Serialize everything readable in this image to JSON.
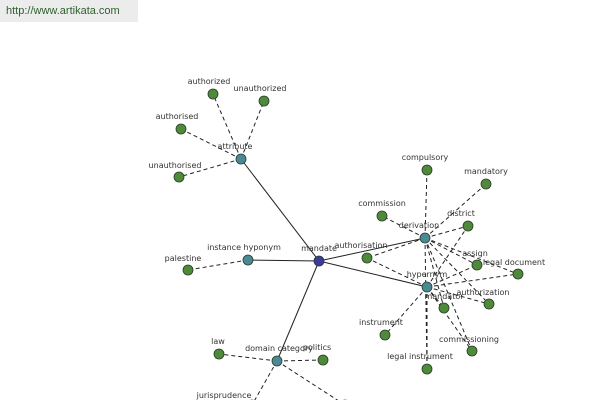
{
  "header": {
    "url_text": "http://www.artikata.com"
  },
  "colors": {
    "center": "#3b3b9e",
    "hub": "#4a8a96",
    "leaf": "#4f8a3a",
    "node_stroke": "#2a3a2a",
    "solid_edge": "#222222",
    "dashed_edge": "#222222",
    "label": "#333333"
  },
  "graph": {
    "nodes": [
      {
        "id": "mandate",
        "label": "mandate",
        "kind": "center"
      },
      {
        "id": "attribute",
        "label": "attribute",
        "kind": "hub"
      },
      {
        "id": "instance_hyponym",
        "label": "instance hyponym",
        "kind": "hub"
      },
      {
        "id": "derivation",
        "label": "derivation",
        "kind": "hub"
      },
      {
        "id": "hypernym",
        "label": "hypernym",
        "kind": "hub"
      },
      {
        "id": "domain_category",
        "label": "domain category",
        "kind": "hub"
      },
      {
        "id": "authorized",
        "label": "authorized",
        "kind": "leaf"
      },
      {
        "id": "unauthorized",
        "label": "unauthorized",
        "kind": "leaf"
      },
      {
        "id": "authorised",
        "label": "authorised",
        "kind": "leaf"
      },
      {
        "id": "unauthorised",
        "label": "unauthorised",
        "kind": "leaf"
      },
      {
        "id": "palestine",
        "label": "palestine",
        "kind": "leaf"
      },
      {
        "id": "compulsory",
        "label": "compulsory",
        "kind": "leaf"
      },
      {
        "id": "mandatory",
        "label": "mandatory",
        "kind": "leaf"
      },
      {
        "id": "commission",
        "label": "commission",
        "kind": "leaf"
      },
      {
        "id": "district",
        "label": "district",
        "kind": "leaf"
      },
      {
        "id": "authorisation",
        "label": "authorisation",
        "kind": "leaf"
      },
      {
        "id": "assign",
        "label": "assign",
        "kind": "leaf"
      },
      {
        "id": "legal_document",
        "label": "legal document",
        "kind": "leaf"
      },
      {
        "id": "mandator",
        "label": "mandator",
        "kind": "leaf"
      },
      {
        "id": "authorization",
        "label": "authorization",
        "kind": "leaf"
      },
      {
        "id": "instrument",
        "label": "instrument",
        "kind": "leaf"
      },
      {
        "id": "commissioning",
        "label": "commissioning",
        "kind": "leaf"
      },
      {
        "id": "legal_instrument",
        "label": "legal instrument",
        "kind": "leaf"
      },
      {
        "id": "law",
        "label": "law",
        "kind": "leaf"
      },
      {
        "id": "politics",
        "label": "politics",
        "kind": "leaf"
      },
      {
        "id": "jurisprudence",
        "label": "jurisprudence",
        "kind": "leaf"
      },
      {
        "id": "offscreen_1",
        "label": "",
        "kind": "leaf"
      }
    ],
    "edges": [
      {
        "from": "mandate",
        "to": "attribute",
        "style": "solid"
      },
      {
        "from": "mandate",
        "to": "instance_hyponym",
        "style": "solid"
      },
      {
        "from": "mandate",
        "to": "derivation",
        "style": "solid"
      },
      {
        "from": "mandate",
        "to": "hypernym",
        "style": "solid"
      },
      {
        "from": "mandate",
        "to": "domain_category",
        "style": "solid"
      },
      {
        "from": "attribute",
        "to": "authorized",
        "style": "dashed"
      },
      {
        "from": "attribute",
        "to": "unauthorized",
        "style": "dashed"
      },
      {
        "from": "attribute",
        "to": "authorised",
        "style": "dashed"
      },
      {
        "from": "attribute",
        "to": "unauthorised",
        "style": "dashed"
      },
      {
        "from": "instance_hyponym",
        "to": "palestine",
        "style": "dashed"
      },
      {
        "from": "derivation",
        "to": "compulsory",
        "style": "dashed"
      },
      {
        "from": "derivation",
        "to": "mandatory",
        "style": "dashed"
      },
      {
        "from": "derivation",
        "to": "commission",
        "style": "dashed"
      },
      {
        "from": "derivation",
        "to": "district",
        "style": "dashed"
      },
      {
        "from": "derivation",
        "to": "authorisation",
        "style": "dashed"
      },
      {
        "from": "derivation",
        "to": "assign",
        "style": "dashed"
      },
      {
        "from": "derivation",
        "to": "legal_document",
        "style": "dashed"
      },
      {
        "from": "derivation",
        "to": "mandator",
        "style": "dashed"
      },
      {
        "from": "derivation",
        "to": "authorization",
        "style": "dashed"
      },
      {
        "from": "derivation",
        "to": "commissioning",
        "style": "dashed"
      },
      {
        "from": "derivation",
        "to": "legal_instrument",
        "style": "dashed"
      },
      {
        "from": "hypernym",
        "to": "district",
        "style": "dashed"
      },
      {
        "from": "hypernym",
        "to": "assign",
        "style": "dashed"
      },
      {
        "from": "hypernym",
        "to": "legal_document",
        "style": "dashed"
      },
      {
        "from": "hypernym",
        "to": "authorization",
        "style": "dashed"
      },
      {
        "from": "hypernym",
        "to": "mandator",
        "style": "dashed"
      },
      {
        "from": "hypernym",
        "to": "instrument",
        "style": "dashed"
      },
      {
        "from": "hypernym",
        "to": "commissioning",
        "style": "dashed"
      },
      {
        "from": "hypernym",
        "to": "legal_instrument",
        "style": "dashed"
      },
      {
        "from": "hypernym",
        "to": "authorisation",
        "style": "dashed"
      },
      {
        "from": "domain_category",
        "to": "law",
        "style": "dashed"
      },
      {
        "from": "domain_category",
        "to": "politics",
        "style": "dashed"
      },
      {
        "from": "domain_category",
        "to": "jurisprudence",
        "style": "dashed"
      },
      {
        "from": "domain_category",
        "to": "offscreen_1",
        "style": "dashed"
      }
    ]
  }
}
